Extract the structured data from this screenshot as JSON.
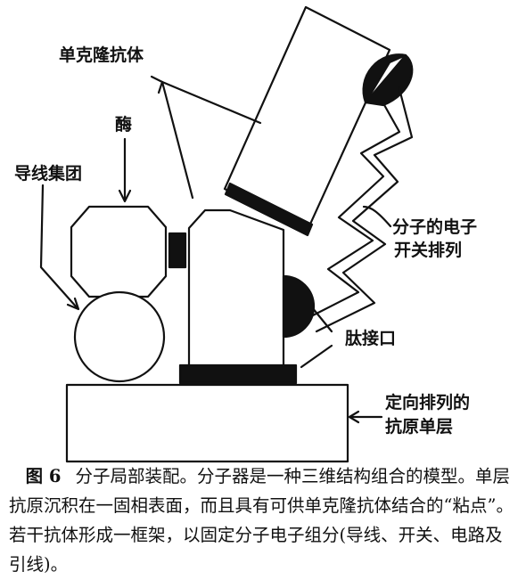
{
  "labels": {
    "monoclonal_antibody": "单克隆抗体",
    "enzyme": "酶",
    "wire_cluster": "导线集团",
    "electronic_switch_line1": "分子的电子",
    "electronic_switch_line2": "开关排列",
    "peptide_interface": "肽接口",
    "antigen_layer_line1": "定向排列的",
    "antigen_layer_line2": "抗原单层"
  },
  "caption": {
    "figure_number": "图 6",
    "text": "分子局部装配。分子器是一种三维结构组合的模型。单层抗原沉积在一固相表面，而且具有可供单克隆抗体结合的“粘点”。若干抗体形成一框架，以固定分子电子组分(导线、开关、电路及引线)。"
  },
  "colors": {
    "ink": "#111111",
    "background": "#ffffff"
  }
}
